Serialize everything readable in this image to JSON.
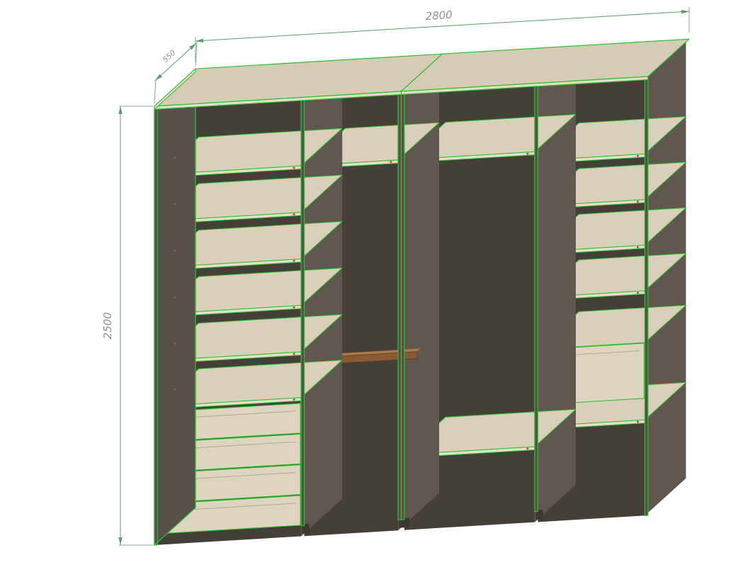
{
  "dimensions": {
    "width_mm": "2800",
    "depth_mm": "550",
    "height_mm": "2500"
  },
  "colors": {
    "background": "#ffffff",
    "edge-green": "#2ebe2e",
    "panel-dark": "#57504a",
    "panel-darker": "#453f3a",
    "panel-side": "#5f5750",
    "wood-top": "#d6ccb5",
    "wood-shelf": "#d9cfba",
    "wood-edge": "#e7dfcb",
    "drawer-front": "#ded5c0",
    "drawer-groove": "#b3a98f",
    "rod-brown": "#8a5a33",
    "rod-top": "#aa7b4a",
    "rod-outline": "#5d3a1e",
    "foot-dark": "#3c3733",
    "dim-line": "#5a9e6a",
    "dim-text": "#8a948a",
    "marker-red": "#cc4433",
    "marker-blue": "#3a55bb"
  }
}
